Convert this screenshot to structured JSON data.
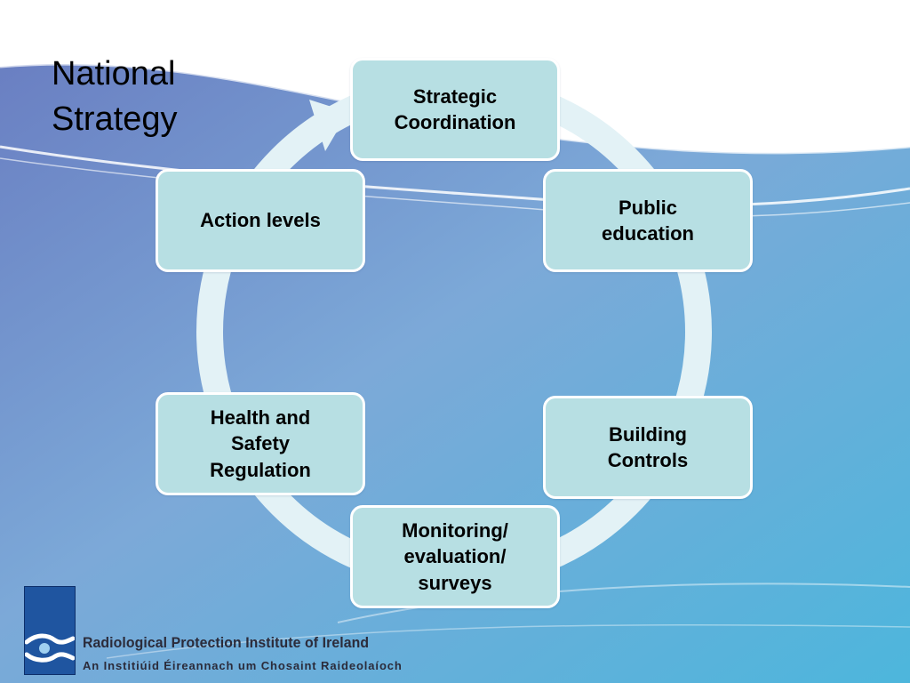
{
  "slide": {
    "title": "National\nStrategy"
  },
  "cycle": {
    "nodes": [
      {
        "label": "Strategic\nCoordination"
      },
      {
        "label": "Public\neducation"
      },
      {
        "label": "Building\nControls"
      },
      {
        "label": "Monitoring/\nevaluation/\nsurveys"
      },
      {
        "label": "Health and\nSafety\nRegulation"
      },
      {
        "label": "Action levels"
      }
    ]
  },
  "footer": {
    "org_name": "Radiological Protection Institute of Ireland",
    "org_name_irish": "An Institiúid Éireannach um Chosaint Raideolaíoch"
  },
  "colors": {
    "node_fill": "#b7dfe3",
    "node_border": "#ffffff",
    "ring": "#e3f2f6",
    "background_blue": "#6fa7d6",
    "logo_blue": "#1f55a0"
  }
}
